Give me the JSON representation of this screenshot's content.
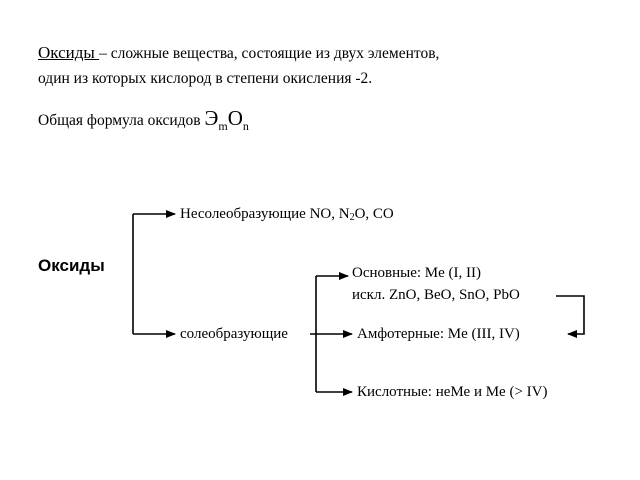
{
  "definition": {
    "term": "Оксиды ",
    "dash_text": "– сложные вещества, состоящие из двух элементов,",
    "line2": "один из которых кислород в степени окисления  -2."
  },
  "formula": {
    "label": "Общая формула оксидов ",
    "element": "Э",
    "sub_m": "m",
    "oxygen": "О",
    "sub_n": "n"
  },
  "diagram": {
    "root": "Оксиды",
    "non_salt": {
      "label": "Несолеобразующие   ",
      "ex1": "NO, N",
      "ex_sub": "2",
      "ex2": "O, CO"
    },
    "salt": "солеобразующие",
    "basic": {
      "line1": "Основные:  Me (I, II)",
      "line2": "искл. ZnO, BeO, SnO, PbO"
    },
    "amphoteric": "Амфотерные:   Me (III, IV)",
    "acidic": "Кислотные:  неМе  и Me (> IV)"
  }
}
